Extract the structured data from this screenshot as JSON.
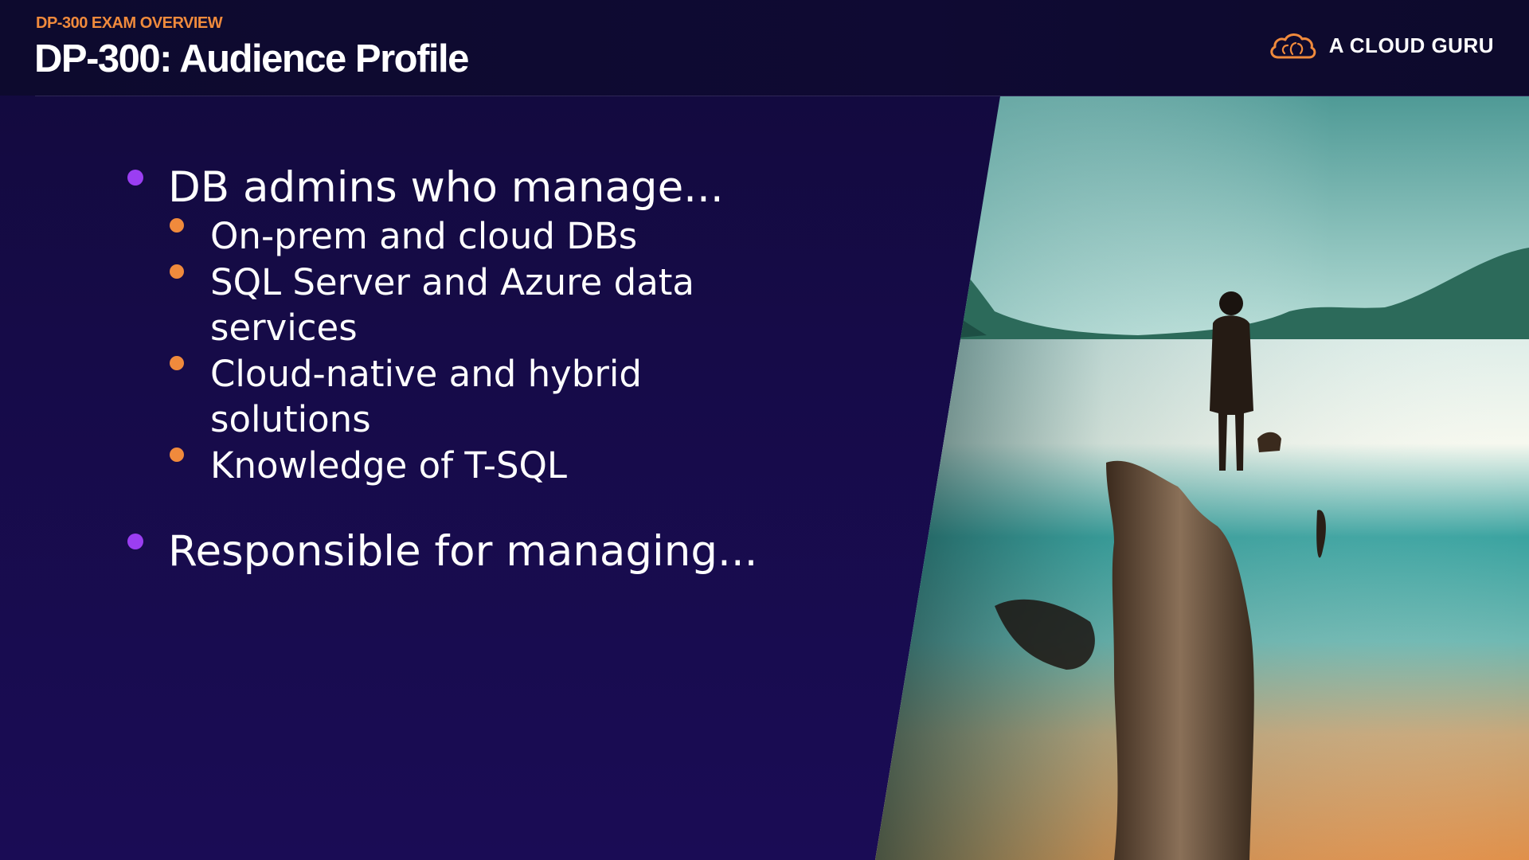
{
  "header": {
    "eyebrow": "DP-300 EXAM OVERVIEW",
    "title": "DP-300:  Audience Profile",
    "brand": "A CLOUD GURU",
    "brand_icon": "cloud-logo-icon"
  },
  "bullets": {
    "b1": {
      "text": "DB admins who manage..."
    },
    "sub": [
      {
        "lines": [
          "On-prem and cloud DBs"
        ]
      },
      {
        "lines": [
          "SQL Server and Azure data",
          "services"
        ]
      },
      {
        "lines": [
          "Cloud-native and hybrid",
          "solutions"
        ]
      },
      {
        "lines": [
          "Knowledge of T-SQL"
        ]
      }
    ],
    "b2": {
      "text": "Responsible for managing..."
    }
  },
  "colors": {
    "background": "#160b48",
    "accent_orange": "#f08a3c",
    "accent_purple": "#9b3ef2",
    "text": "#ffffff"
  }
}
